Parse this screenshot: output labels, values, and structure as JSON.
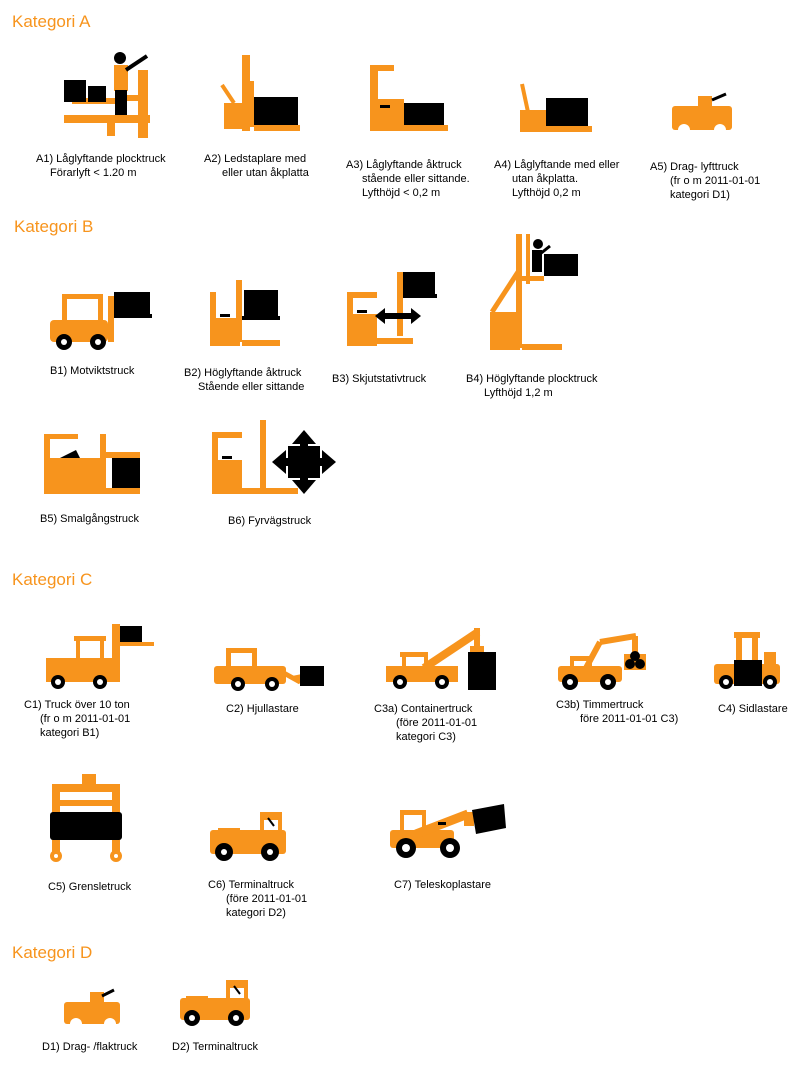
{
  "colors": {
    "orange": "#f7941d",
    "black": "#000000",
    "white": "#ffffff"
  },
  "headings": {
    "a": "Kategori A",
    "b": "Kategori B",
    "c": "Kategori C",
    "d": "Kategori D"
  },
  "trucks": {
    "a1": {
      "icon": "order-picker-truck-icon",
      "lines": [
        "A1) Låglyftande plocktruck",
        "Förarlyft < 1.20 m"
      ]
    },
    "a2": {
      "icon": "pedestrian-stacker-icon",
      "lines": [
        "A2) Ledstaplare med",
        "eller utan åkplatta"
      ]
    },
    "a3": {
      "icon": "low-lift-platform-truck-icon",
      "lines": [
        "A3) Låglyftande åktruck",
        "stående eller sittande.",
        "Lyfthöjd < 0,2 m"
      ]
    },
    "a4": {
      "icon": "low-lift-pallet-truck-icon",
      "lines": [
        "A4) Låglyftande med eller",
        "utan åkplatta.",
        "Lyfthöjd 0,2 m"
      ]
    },
    "a5": {
      "icon": "tow-lift-truck-icon",
      "lines": [
        "A5) Drag- lyfttruck",
        "(fr o m 2011-01-01",
        "kategori D1)"
      ]
    },
    "b1": {
      "icon": "counterbalance-truck-icon",
      "lines": [
        "B1) Motviktstruck"
      ]
    },
    "b2": {
      "icon": "high-lift-ride-truck-icon",
      "lines": [
        "B2) Höglyftande åktruck",
        "Stående eller sittande"
      ]
    },
    "b3": {
      "icon": "reach-truck-icon",
      "lines": [
        "B3) Skjutstativtruck"
      ]
    },
    "b4": {
      "icon": "high-lift-order-picker-icon",
      "lines": [
        "B4) Höglyftande plocktruck",
        "Lyfthöjd 1,2 m"
      ]
    },
    "b5": {
      "icon": "narrow-aisle-truck-icon",
      "lines": [
        "B5) Smalgångstruck"
      ]
    },
    "b6": {
      "icon": "four-way-truck-icon",
      "lines": [
        "B6) Fyrvägstruck"
      ]
    },
    "c1": {
      "icon": "heavy-truck-icon",
      "lines": [
        "C1) Truck över 10 ton",
        "(fr o m 2011-01-01",
        "kategori B1)"
      ]
    },
    "c2": {
      "icon": "wheel-loader-icon",
      "lines": [
        "C2) Hjullastare"
      ]
    },
    "c3a": {
      "icon": "container-truck-icon",
      "lines": [
        "C3a) Containertruck",
        "(före 2011-01-01",
        "kategori C3)"
      ]
    },
    "c3b": {
      "icon": "timber-truck-icon",
      "lines": [
        "C3b) Timmertruck",
        "före 2011-01-01 C3)"
      ]
    },
    "c4": {
      "icon": "side-loader-icon",
      "lines": [
        "C4) Sidlastare"
      ]
    },
    "c5": {
      "icon": "straddle-carrier-icon",
      "lines": [
        "C5) Grensletruck"
      ]
    },
    "c6": {
      "icon": "terminal-tractor-icon",
      "lines": [
        "C6) Terminaltruck",
        "(före 2011-01-01",
        "kategori D2)"
      ]
    },
    "c7": {
      "icon": "telehandler-icon",
      "lines": [
        "C7) Teleskoplastare"
      ]
    },
    "d1": {
      "icon": "tow-tractor-icon",
      "lines": [
        "D1) Drag- /flaktruck"
      ]
    },
    "d2": {
      "icon": "terminal-tractor-icon",
      "lines": [
        "D2) Terminaltruck"
      ]
    }
  }
}
